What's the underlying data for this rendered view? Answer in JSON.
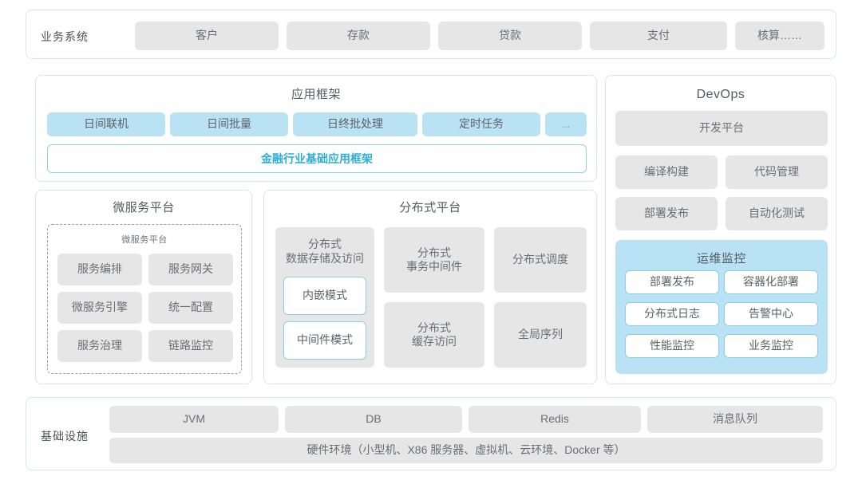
{
  "business": {
    "label": "业务系统",
    "items": [
      {
        "label": "客户"
      },
      {
        "label": "存款"
      },
      {
        "label": "贷款"
      },
      {
        "label": "支付"
      },
      {
        "label": "核算……"
      }
    ]
  },
  "app_framework": {
    "title": "应用框架",
    "tags": [
      {
        "label": "日间联机"
      },
      {
        "label": "日间批量"
      },
      {
        "label": "日终批处理"
      },
      {
        "label": "定时任务"
      },
      {
        "label": "..."
      }
    ],
    "base_label": "金融行业基础应用框架"
  },
  "microservice": {
    "title": "微服务平台",
    "inner_title": "微服务平台",
    "items": [
      {
        "label": "服务编排"
      },
      {
        "label": "服务网关"
      },
      {
        "label": "微服务引擎"
      },
      {
        "label": "统一配置"
      },
      {
        "label": "服务治理"
      },
      {
        "label": "链路监控"
      }
    ]
  },
  "distributed": {
    "title": "分布式平台",
    "storage": {
      "title": "分布式\n数据存储及访问",
      "modes": [
        {
          "label": "内嵌模式"
        },
        {
          "label": "中间件模式"
        }
      ]
    },
    "items": [
      {
        "label": "分布式\n事务中间件"
      },
      {
        "label": "分布式调度"
      },
      {
        "label": "分布式\n缓存访问"
      },
      {
        "label": "全局序列"
      }
    ]
  },
  "devops": {
    "title": "DevOps",
    "platform": {
      "label": "开发平台"
    },
    "items": [
      {
        "label": "编译构建"
      },
      {
        "label": "代码管理"
      },
      {
        "label": "部署发布"
      },
      {
        "label": "自动化测试"
      }
    ],
    "ops": {
      "title": "运维监控",
      "items": [
        {
          "label": "部署发布"
        },
        {
          "label": "容器化部署"
        },
        {
          "label": "分布式日志"
        },
        {
          "label": "告警中心"
        },
        {
          "label": "性能监控"
        },
        {
          "label": "业务监控"
        }
      ]
    }
  },
  "infrastructure": {
    "label": "基础设施",
    "items": [
      {
        "label": "JVM"
      },
      {
        "label": "DB"
      },
      {
        "label": "Redis"
      },
      {
        "label": "消息队列"
      }
    ],
    "hardware": "硬件环境（小型机、X86 服务器、虚拟机、云环境、Docker 等）"
  },
  "colors": {
    "panel_border": "#cfeaf0",
    "chip_grey": "#e6e6e6",
    "chip_blue": "#b9e2f5",
    "accent_cyan": "#2eadd8",
    "text": "#6a6e73"
  }
}
